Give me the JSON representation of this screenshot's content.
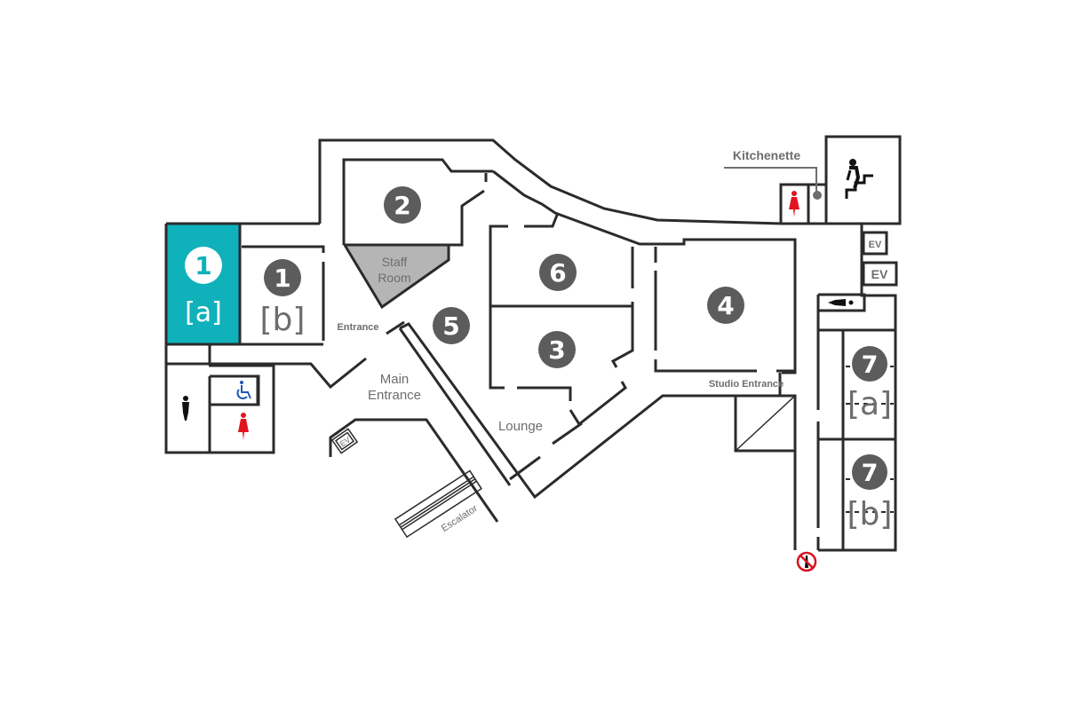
{
  "colors": {
    "accent": "#0fb1bb",
    "badge": "#5c5c5c",
    "staff_room": "#b5b5b5",
    "wall": "#2b2b2b",
    "label": "#6d6d6d",
    "restroom_female": "#e2131e",
    "restroom_male": "#111111",
    "accessible": "#1f57b4",
    "no_entry": "#d6141f"
  },
  "rooms": [
    {
      "id": "1a",
      "number": "1",
      "sub": "[a]",
      "highlighted": true
    },
    {
      "id": "1b",
      "number": "1",
      "sub": "[b]",
      "highlighted": false
    },
    {
      "id": "2",
      "number": "2",
      "sub": "",
      "highlighted": false
    },
    {
      "id": "3",
      "number": "3",
      "sub": "",
      "highlighted": false
    },
    {
      "id": "4",
      "number": "4",
      "sub": "",
      "highlighted": false
    },
    {
      "id": "5",
      "number": "5",
      "sub": "",
      "highlighted": false
    },
    {
      "id": "6",
      "number": "6",
      "sub": "",
      "highlighted": false
    },
    {
      "id": "7a",
      "number": "7",
      "sub": "[a]",
      "highlighted": false
    },
    {
      "id": "7b",
      "number": "7",
      "sub": "[b]",
      "highlighted": false
    }
  ],
  "labels": {
    "staff_room_line1": "Staff",
    "staff_room_line2": "Room",
    "entrance": "Entrance",
    "main_entrance_line1": "Main",
    "main_entrance_line2": "Entrance",
    "lounge": "Lounge",
    "studio_entrance": "Studio Entrance",
    "kitchenette": "Kitchenette",
    "escalator": "Escalator",
    "ev": "EV"
  },
  "icons": {
    "stairs": "stairs-icon",
    "restroom_male": "male-restroom-icon",
    "restroom_female": "female-restroom-icon",
    "accessible": "wheelchair-icon",
    "smoking": "smoking-area-icon",
    "no_entry": "no-entry-icon"
  }
}
